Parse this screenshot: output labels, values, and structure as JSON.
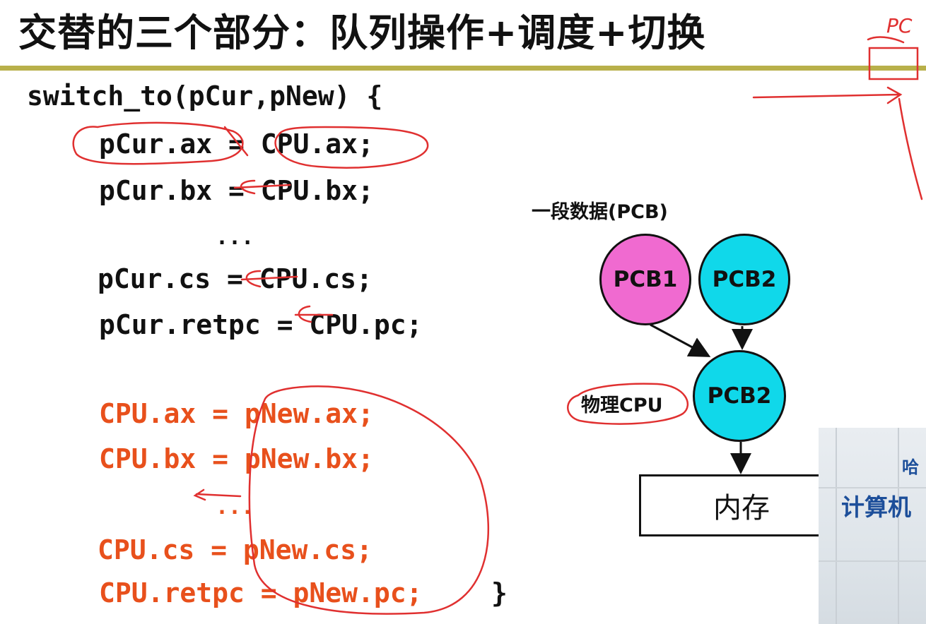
{
  "slide": {
    "title": "交替的三个部分：队列操作+调度+切换",
    "rule_color": "#b8b04a"
  },
  "code": {
    "header": "switch_to(pCur,pNew) {",
    "save_lines": [
      "pCur.ax = CPU.ax;",
      "pCur.bx = CPU.bx;",
      "...",
      "pCur.cs = CPU.cs;",
      "pCur.retpc = CPU.pc;"
    ],
    "restore_lines": [
      "CPU.ax = pNew.ax;",
      "CPU.bx = pNew.bx;",
      "...",
      "CPU.cs = pNew.cs;",
      "CPU.retpc = pNew.pc;"
    ],
    "closing_brace": "}",
    "restore_color": "#e8501c"
  },
  "diagram": {
    "caption": "一段数据(PCB)",
    "node_pcb1": "PCB1",
    "node_pcb2": "PCB2",
    "node_cpu_pcb": "PCB2",
    "cpu_label": "物理CPU",
    "memory_label": "内存",
    "colors": {
      "pcb1": "#f06ad0",
      "pcb2": "#10d8ea"
    }
  },
  "annotation": {
    "handwriting_corner": "PC",
    "ink_color": "#e03030"
  },
  "video_overlay": {
    "line1": "哈",
    "line2": "计算机"
  }
}
